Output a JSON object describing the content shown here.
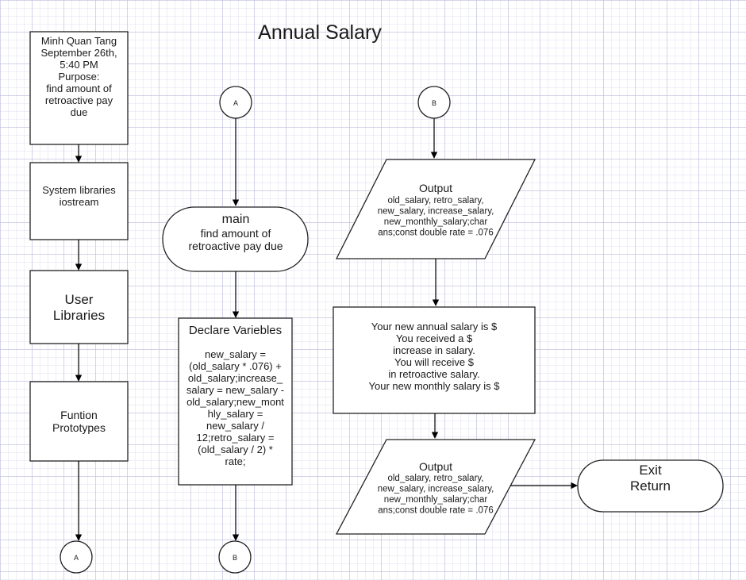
{
  "diagram": {
    "title": "Annual Salary",
    "header_block": {
      "lines": [
        "Minh Quan Tang",
        "September 26th,",
        "5:40 PM",
        "Purpose:",
        "find amount of",
        "retroactive pay",
        "due"
      ]
    },
    "system_libraries": {
      "lines": [
        "System libraries",
        "iostream"
      ]
    },
    "user_libraries": {
      "lines": [
        "User",
        "Libraries"
      ]
    },
    "function_prototypes": {
      "lines": [
        "Funtion",
        "Prototypes"
      ]
    },
    "connector_a_top": {
      "label": "A"
    },
    "connector_a_bottom": {
      "label": "A"
    },
    "connector_b_top": {
      "label": "B"
    },
    "connector_b_bottom": {
      "label": "B"
    },
    "main_terminal": {
      "title": "main",
      "lines": [
        "find amount of",
        "retroactive pay due"
      ]
    },
    "declare_variables": {
      "title": "Declare Varieble s",
      "title_text": "Declare Varieb les",
      "heading": "Declare Variebles",
      "lines": [
        "new_salary =",
        "(old_salary * .076) +",
        "old_salary;increase_",
        "salary = new_salary -",
        "old_salary;new_mont",
        "hly_salary =",
        "new_salary /",
        "12;retro_salary =",
        "(old_salary / 2) *",
        "rate;"
      ]
    },
    "output_1": {
      "title": "Output",
      "lines": [
        "old_salary, retro_salary,",
        "new_salary, increase_salary,",
        "new_monthly_salary;char",
        "ans;const double rate = .076"
      ]
    },
    "process_messages": {
      "lines": [
        "Your new annual salary is $",
        "You received a $",
        "increase in salary.",
        "You will receive $",
        "in retroactive salary.",
        "Your new monthly salary is $"
      ]
    },
    "output_2": {
      "title": "Output",
      "lines": [
        "old_salary, retro_salary,",
        "new_salary, increase_salary,",
        "new_monthly_salary;char",
        "ans;const double rate = .076"
      ]
    },
    "exit_terminal": {
      "lines": [
        "Exit",
        "Return"
      ]
    }
  }
}
